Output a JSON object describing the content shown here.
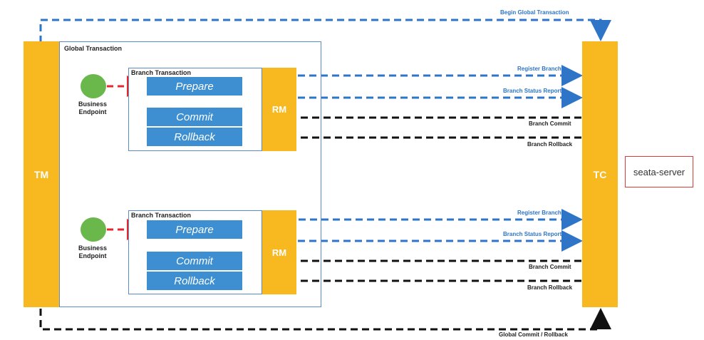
{
  "tm_label": "TM",
  "tc_label": "TC",
  "global_transaction_label": "Global Transaction",
  "begin_global_label": "Begin Global Transaction",
  "global_commit_label": "Global Commit / Rollback",
  "seata_server_label": "seata-server",
  "branches": [
    {
      "title": "Branch Transaction",
      "prepare": "Prepare",
      "commit": "Commit",
      "rollback": "Rollback",
      "rm": "RM",
      "endpoint": "Business\nEndpoint",
      "register": "Register Branch",
      "status_report": "Branch Status Report",
      "branch_commit": "Branch Commit",
      "branch_rollback": "Branch Rollback"
    },
    {
      "title": "Branch Transaction",
      "prepare": "Prepare",
      "commit": "Commit",
      "rollback": "Rollback",
      "rm": "RM",
      "endpoint": "Business\nEndpoint",
      "register": "Register Branch",
      "status_report": "Branch Status Report",
      "branch_commit": "Branch Commit",
      "branch_rollback": "Branch Rollback"
    }
  ],
  "colors": {
    "orange": "#F7B91F",
    "blue": "#2E75C7",
    "red": "#E8262B",
    "black": "#111111",
    "green": "#6AB84C"
  }
}
